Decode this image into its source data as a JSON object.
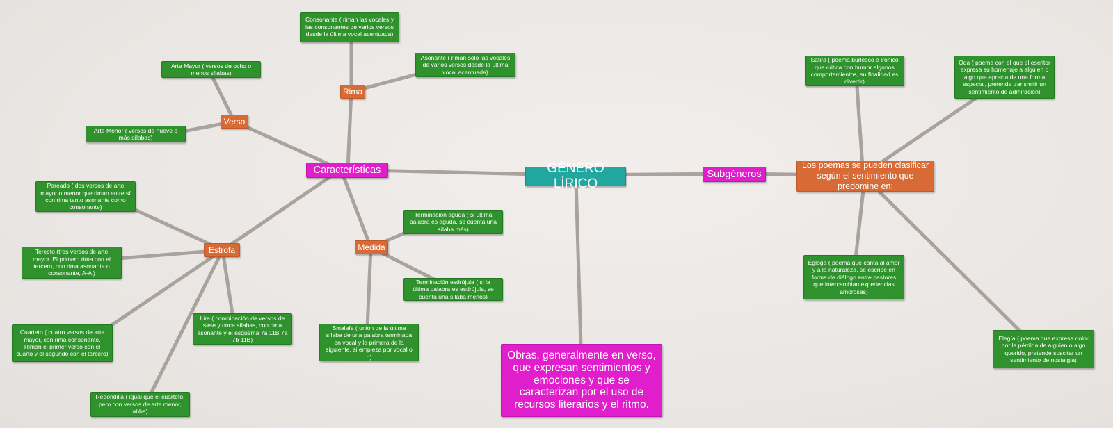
{
  "title": "GÉNERO LÍRICO",
  "definition": "Obras, generalmente en verso, que expresan sentimientos y emociones y que se caracterizan por el uso de recursos literarios y el ritmo.",
  "caracteristicas": {
    "label": "Características",
    "rima": {
      "label": "Rima",
      "consonante": "Consonante ( riman las vocales y las consonantes de varios versos desde la última vocal acentuada)",
      "asonante": "Asonante ( riman sólo las vocales de varios versos desde la última vocal acentuada)"
    },
    "verso": {
      "label": "Verso",
      "arte_mayor": "Arte Mayor ( versos de ocho o menos sílabas)",
      "arte_menor": "Arte Menor ( versos de nueve o más sílabas)"
    },
    "estrofa": {
      "label": "Estrofa",
      "pareado": "Pareado ( dos versos de arte mayor o menor que riman entre sí con rima tanto asonante como consonante)",
      "terceto": "Terceto (tres versos de arte mayor. El primero rima con el tercero, con rima asonante o consonante, A-A )",
      "cuarteto": "Cuarteto ( cuatro versos de arte mayor, con rima consonante. Riman el primer verso con el cuarto y el segundo con el tercero)",
      "redondilla": "Redondilla ( igual que el cuarteto, pero con versos de arte menor, abba)",
      "lira": "Lira ( combinación de versos de siete y once sílabas, con rima asonante y el esquema 7a 11B 7a 7b 11B)"
    },
    "medida": {
      "label": "Medida",
      "aguda": "Terminación aguda ( si última palabra es aguda, se cuenta una sílaba más)",
      "esdrujula": "Terminación esdrújula ( si la última palabra es esdrújula, se cuenta una sílaba menos)",
      "sinalefa": "Sinalefa ( unión de la última sílaba de una palabra terminada en vocal y la primera de la siguiente, si empieza por vocal o h)"
    }
  },
  "subgeneros": {
    "label": "Subgéneros",
    "clasificacion": "Los poemas se pueden clasificar según el sentimiento que predomine en:",
    "satira": "Sátira ( poema burlesco e irónico que critica con humor algunos comportamientos, su finalidad es divertir)",
    "oda": "Oda ( poema con el que el escritor expresa su homenaje a alguien o algo que aprecia de una forma especial, pretende transmitir un sentimiento de admiración)",
    "egloga": "Égloga ( poema que canta al amor y a la naturaleza, se escribe en forma de diálogo entre pastores que intercambian experiencias amorosas)",
    "elegia": "Elegía ( poema que expresa dolor por la pérdida de alguien o algo querido, pretende suscitar un sentimiento de nostalgia)"
  }
}
